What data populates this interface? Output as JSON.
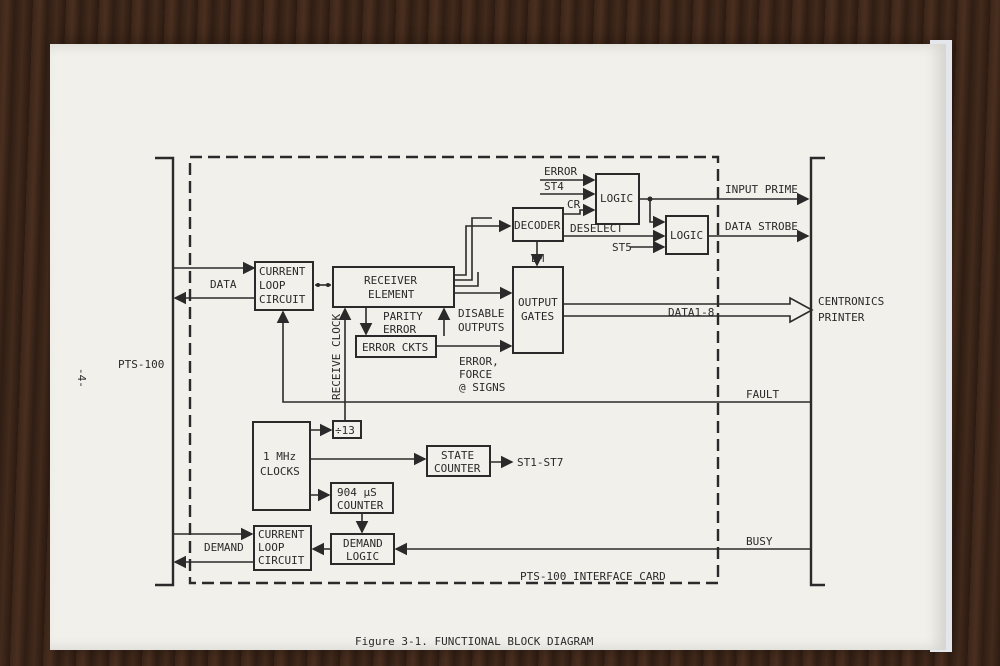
{
  "page_number": "-4-",
  "left_bus_label": "PTS-100",
  "right_bus_label": [
    "CENTRONICS",
    "PRINTER"
  ],
  "interface_card_label": "PTS-100 INTERFACE CARD",
  "figure_caption": "Figure 3-1.  FUNCTIONAL BLOCK DIAGRAM",
  "blocks": {
    "current_loop_top": [
      "CURRENT",
      "LOOP",
      "CIRCUIT"
    ],
    "receiver": [
      "RECEIVER",
      "ELEMENT"
    ],
    "decoder": "DECODER",
    "logic_1": "LOGIC",
    "logic_2": "LOGIC",
    "output_gates": [
      "OUTPUT",
      "GATES"
    ],
    "error_ckts": "ERROR CKTS",
    "clocks": [
      "1 MHz",
      "CLOCKS"
    ],
    "div13": "÷13",
    "state_counter": [
      "STATE",
      "COUNTER"
    ],
    "counter_904": [
      "904 μS",
      "COUNTER"
    ],
    "demand_logic": [
      "DEMAND",
      "LOGIC"
    ],
    "current_loop_bottom": [
      "CURRENT",
      "LOOP",
      "CIRCUIT"
    ]
  },
  "signals": {
    "data": "DATA",
    "demand": "DEMAND",
    "error": "ERROR",
    "st4": "ST4",
    "cr": "CR",
    "deselect": "DESELECT",
    "st5": "ST5",
    "em": "EM",
    "input_prime": "INPUT PRIME",
    "data_strobe": "DATA STROBE",
    "data1_8": "DATA1-8",
    "parity_error": [
      "PARITY",
      "ERROR"
    ],
    "disable_outputs": [
      "DISABLE",
      "OUTPUTS"
    ],
    "error_force": [
      "ERROR,",
      "FORCE",
      "@ SIGNS"
    ],
    "receive_clock": "RECEIVE CLOCK",
    "fault": "FAULT",
    "st1_st7": "ST1-ST7",
    "busy": "BUSY"
  }
}
